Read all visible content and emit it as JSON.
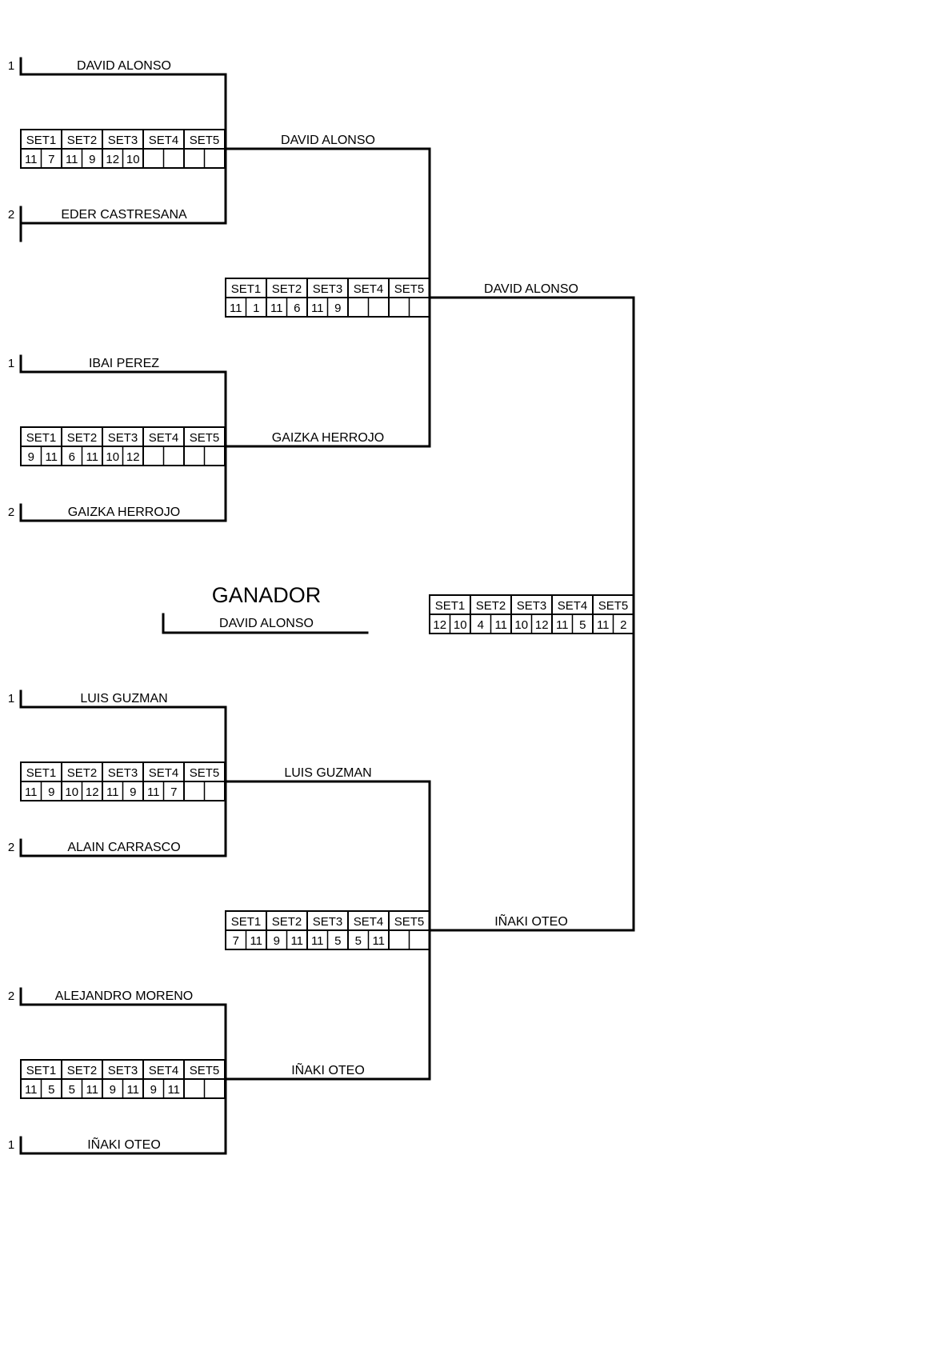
{
  "set_headers": [
    "SET1",
    "SET2",
    "SET3",
    "SET4",
    "SET5"
  ],
  "winner": {
    "title": "GANADOR",
    "name": "DAVID ALONSO"
  },
  "round1": [
    {
      "top": {
        "seed": "1",
        "name": "DAVID ALONSO"
      },
      "bottom": {
        "seed": "2",
        "name": "EDER CASTRESANA"
      },
      "scores": [
        "11",
        "7",
        "11",
        "9",
        "12",
        "10",
        "",
        "",
        "",
        ""
      ],
      "advance": "DAVID ALONSO"
    },
    {
      "top": {
        "seed": "1",
        "name": "IBAI PEREZ"
      },
      "bottom": {
        "seed": "2",
        "name": "GAIZKA HERROJO"
      },
      "scores": [
        "9",
        "11",
        "6",
        "11",
        "10",
        "12",
        "",
        "",
        "",
        ""
      ],
      "advance": "GAIZKA HERROJO"
    },
    {
      "top": {
        "seed": "1",
        "name": "LUIS GUZMAN"
      },
      "bottom": {
        "seed": "2",
        "name": "ALAIN CARRASCO"
      },
      "scores": [
        "11",
        "9",
        "10",
        "12",
        "11",
        "9",
        "11",
        "7",
        "",
        ""
      ],
      "advance": "LUIS GUZMAN"
    },
    {
      "top": {
        "seed": "2",
        "name": "ALEJANDRO MORENO"
      },
      "bottom": {
        "seed": "1",
        "name": "IÑAKI OTEO"
      },
      "scores": [
        "11",
        "5",
        "5",
        "11",
        "9",
        "11",
        "9",
        "11",
        "",
        ""
      ],
      "advance": "IÑAKI OTEO"
    }
  ],
  "semifinals": [
    {
      "scores": [
        "11",
        "1",
        "11",
        "6",
        "11",
        "9",
        "",
        "",
        "",
        ""
      ],
      "advance": "DAVID ALONSO"
    },
    {
      "scores": [
        "7",
        "11",
        "9",
        "11",
        "11",
        "5",
        "5",
        "11",
        "",
        ""
      ],
      "advance": "IÑAKI OTEO"
    }
  ],
  "final": {
    "scores": [
      "12",
      "10",
      "4",
      "11",
      "10",
      "12",
      "11",
      "5",
      "11",
      "2"
    ]
  }
}
